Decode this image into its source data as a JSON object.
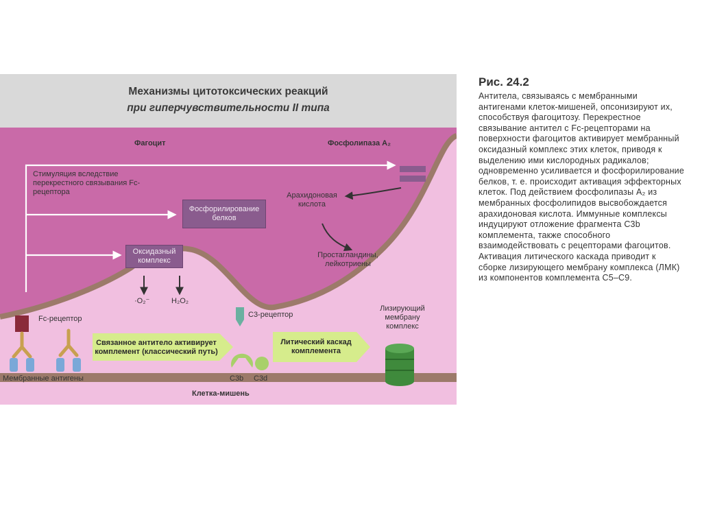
{
  "figure": {
    "title_line1": "Механизмы цитотоксических реакций",
    "title_line2": "при гиперчувствительности II типа",
    "labels": {
      "phagocyte": "Фагоцит",
      "phospholipase": "Фосфолипаза A₂",
      "stimulation": "Стимуляция вследствие перекрестного связывания Fc-рецептора",
      "arachidonic": "Арахидоновая кислота",
      "prostaglandins": "Простагландины, лейкотриены",
      "fc_receptor": "Fc-рецептор",
      "c3_receptor": "C3-рецептор",
      "lysing_complex": "Лизирующий мембрану комплекс",
      "membrane_antigens": "Мембранные антигены",
      "c3b": "C3b",
      "c3d": "C3d",
      "target_cell": "Клетка-мишень",
      "superoxide": "·O₂⁻",
      "h2o2": "H₂O₂"
    },
    "boxes": {
      "phosphorylation": "Фосфорилирование белков",
      "oxidase": "Оксидазный комплекс",
      "antibody_complement": "Связанное антитело активирует комплемент (классический путь)",
      "lytic_cascade": "Литический каскад комплемента"
    },
    "colors": {
      "phagocyte_fill": "#c96aa8",
      "target_fill": "#f1bfe0",
      "membrane": "#9c7a6a",
      "purple_box": "#8a5c8e",
      "green_box": "#d6ec8c",
      "complex": "#3f8a3c"
    }
  },
  "caption": {
    "title": "Рис. 24.2",
    "body": "Антитела, связываясь с мембранными антигенами клеток-мишеней, опсонизируют их, способствуя фагоцитозу. Перекрестное связывание антител с Fc-рецепторами на поверхности фагоцитов активирует мембранный оксидазный комплекс этих клеток, приводя к выделению ими кислородных радикалов; одновременно усиливается и фосфорилирование белков, т. е. происходит активация эффекторных клеток. Под действием фосфолипазы A₂ из мембранных фосфолипидов высвобождается арахидоновая кислота. Иммунные комплексы индуцируют отложение фрагмента C3b комплемента, также способного взаимодействовать с рецепторами фагоцитов. Активация литического каскада приводит к сборке лизирующего мембрану комплекса (ЛМК) из компонентов комплемента C5–C9."
  }
}
